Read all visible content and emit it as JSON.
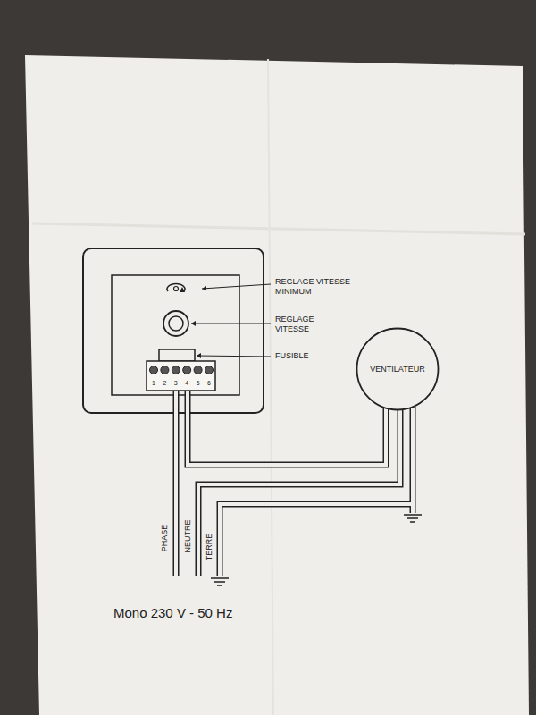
{
  "diagram": {
    "caption": "Mono 230 V - 50 Hz",
    "nodes": [
      {
        "text": [
          "VENTILATEUR"
        ]
      }
    ],
    "labels": [
      "REGLAGE VITESSE MINIMUM",
      "REGLAGE VITESSE",
      "FUSIBLE",
      "1",
      "2",
      "3",
      "4",
      "5",
      "6",
      "PHASE",
      "NEUTRE",
      "TERRE"
    ]
  }
}
